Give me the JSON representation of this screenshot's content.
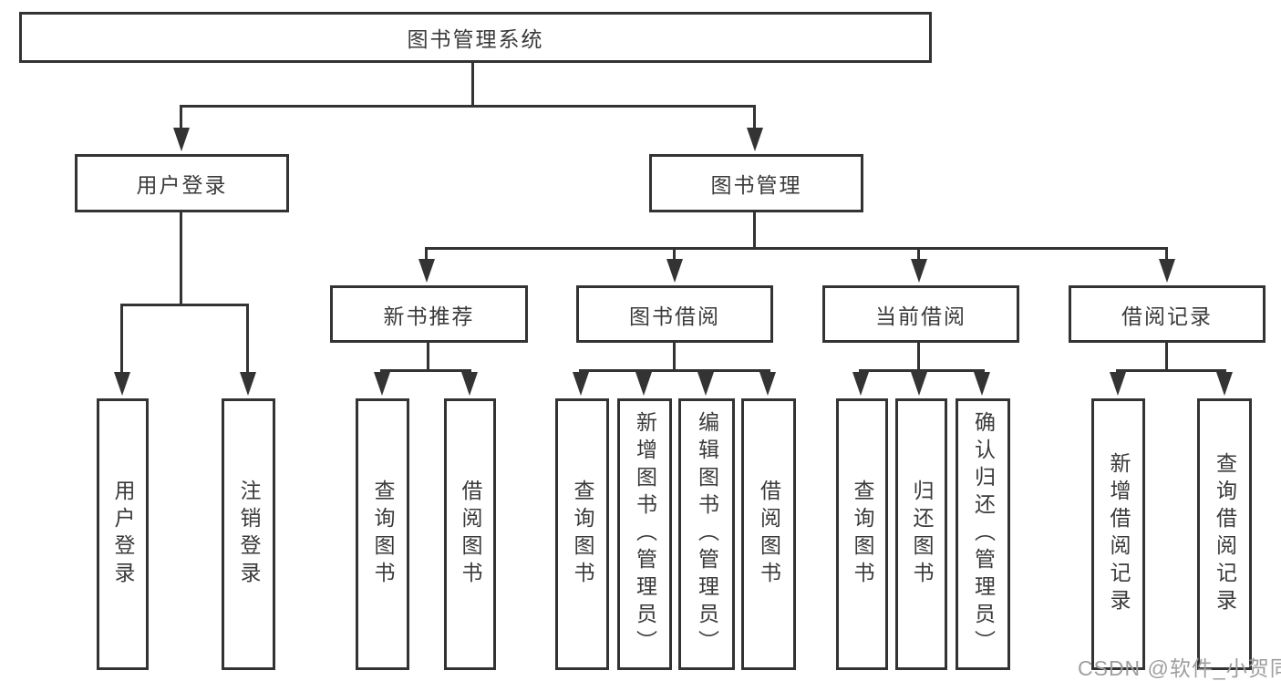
{
  "diagram": {
    "nodes": {
      "root": "图书管理系统",
      "user_login": "用户登录",
      "book_mgmt": "图书管理",
      "new_book": "新书推荐",
      "book_borrow": "图书借阅",
      "current_borrow": "当前借阅",
      "borrow_record": "借阅记录",
      "leaf_user_login": "用户登录",
      "leaf_logout": "注销登录",
      "leaf_query_book_1": "查询图书",
      "leaf_borrow_book_1": "借阅图书",
      "leaf_query_book_2": "查询图书",
      "leaf_add_book": "新增图书（管理员）",
      "leaf_edit_book": "编辑图书（管理员）",
      "leaf_borrow_book_2": "借阅图书",
      "leaf_query_book_3": "查询图书",
      "leaf_return_book": "归还图书",
      "leaf_confirm_return": "确认归还（管理员）",
      "leaf_add_record": "新增借阅记录",
      "leaf_query_record": "查询借阅记录"
    }
  },
  "watermark": {
    "text": "CSDN @软件_小贺同学"
  },
  "colors": {
    "line": "#333333",
    "text": "#3a3a3a",
    "watermark": "#9e9e9e",
    "background": "#ffffff"
  }
}
